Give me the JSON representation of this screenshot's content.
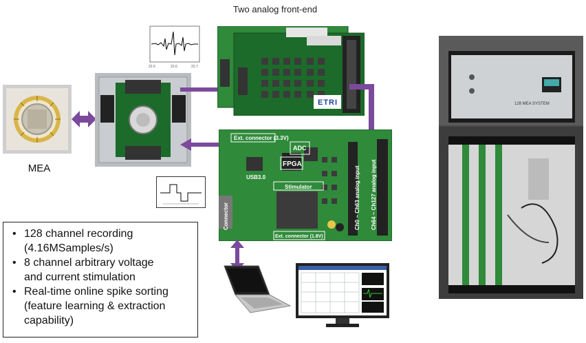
{
  "title": "Two analog front-end",
  "mea_label": "MEA",
  "board": {
    "ext_connector_33": "Ext. connector (3.3V)",
    "ext_connector_18": "Ext. connector (1.8V)",
    "adc": "ADC",
    "fpga": "FPGA",
    "usb": "USB3.0",
    "stimulator": "Stimulator",
    "connector": "Connector",
    "ch0_63": "Ch0 ~ Ch63 analog input",
    "ch64_127": "Ch64 ~ Ch127 analog input"
  },
  "afe_logo": "ETRI",
  "features": [
    "128 channel recording",
    "(4.16MSamples/s)",
    "8 channel arbitrary voltage",
    "and current stimulation",
    "Real-time online spike sorting",
    "(feature learning & extraction",
    "capability)"
  ],
  "enclosure_label": "128 MEA SYSTEM",
  "colors": {
    "arrow": "#7b4a9c",
    "pcb": "#1c6b2a",
    "pcb_light": "#2f8a3a"
  },
  "icons": [
    "signal-plot-icon",
    "waveform-plot-icon",
    "laptop-icon",
    "monitor-icon"
  ]
}
